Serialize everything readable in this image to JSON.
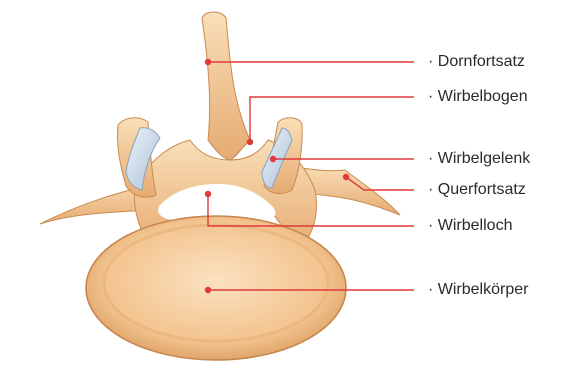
{
  "diagram": {
    "accent_color": "#e03a3a",
    "bone_color": "#f3c69a",
    "cartilage_color": "#d9e6f2",
    "labels": [
      {
        "id": "dornfortsatz",
        "text": "· Dornfortsatz"
      },
      {
        "id": "wirbelbogen",
        "text": "· Wirbelbogen"
      },
      {
        "id": "wirbelgelenk",
        "text": "· Wirbelgelenk"
      },
      {
        "id": "querfortsatz",
        "text": "· Querfortsatz"
      },
      {
        "id": "wirbelloch",
        "text": "· Wirbelloch"
      },
      {
        "id": "wirbelkoerper",
        "text": "· Wirbelkörper"
      }
    ]
  }
}
